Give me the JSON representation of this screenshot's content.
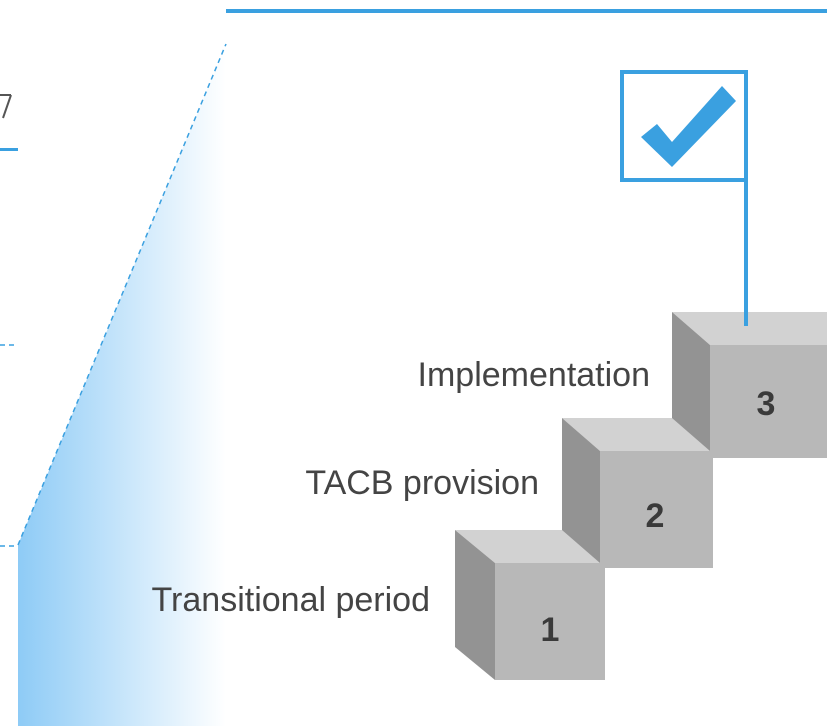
{
  "steps": [
    {
      "number": "1",
      "label": "Transitional period"
    },
    {
      "number": "2",
      "label": "TACB provision"
    },
    {
      "number": "3",
      "label": "Implementation"
    }
  ],
  "colors": {
    "accent": "#3aa0e0",
    "check": "#3aa0e0",
    "cube_front": "#b8b8b8",
    "cube_top": "#d2d2d2",
    "cube_side": "#939393",
    "gradient_start": "#8ecbf6",
    "label_text": "#444444",
    "number_text": "#3a3a3a"
  },
  "icons": {
    "flag": "checkmark-flag-icon"
  }
}
